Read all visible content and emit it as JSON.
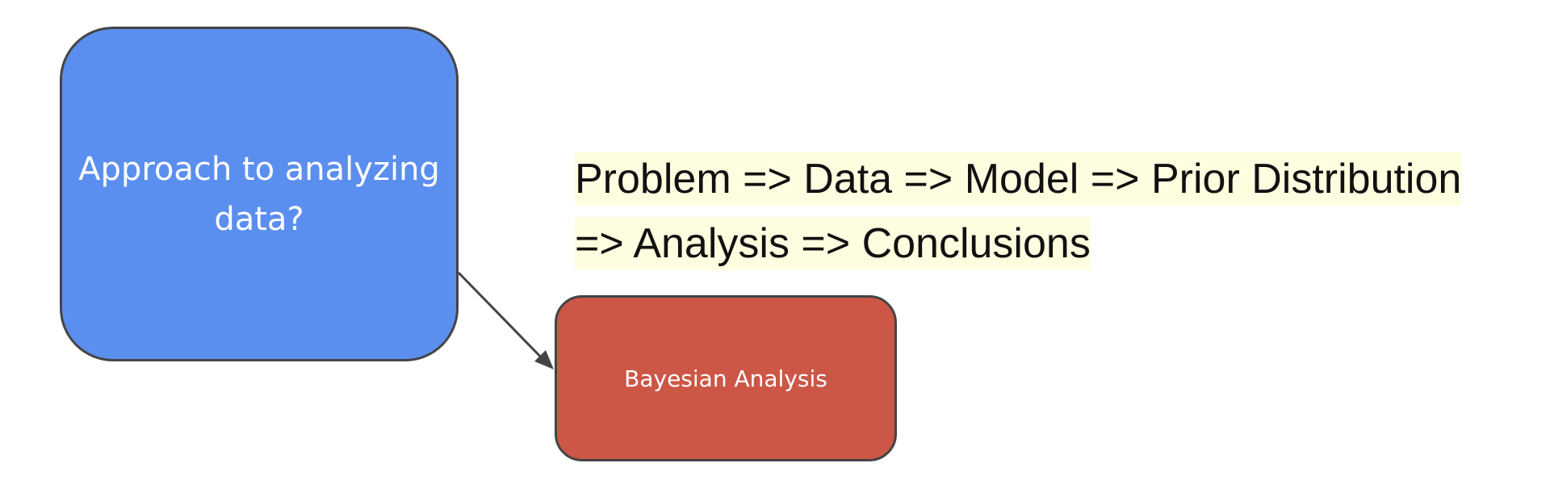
{
  "nodes": {
    "approach": {
      "label": "Approach to analyzing data?",
      "color": "#5b8fef"
    },
    "bayesian": {
      "label": "Bayesian Analysis",
      "color": "#cc5746"
    }
  },
  "edges": [
    {
      "from": "approach",
      "to": "bayesian"
    }
  ],
  "note": {
    "line1": "Problem => Data => Model => Prior Distribution",
    "line2": "=> Analysis => Conclusions",
    "highlight_color": "#fffde0"
  }
}
